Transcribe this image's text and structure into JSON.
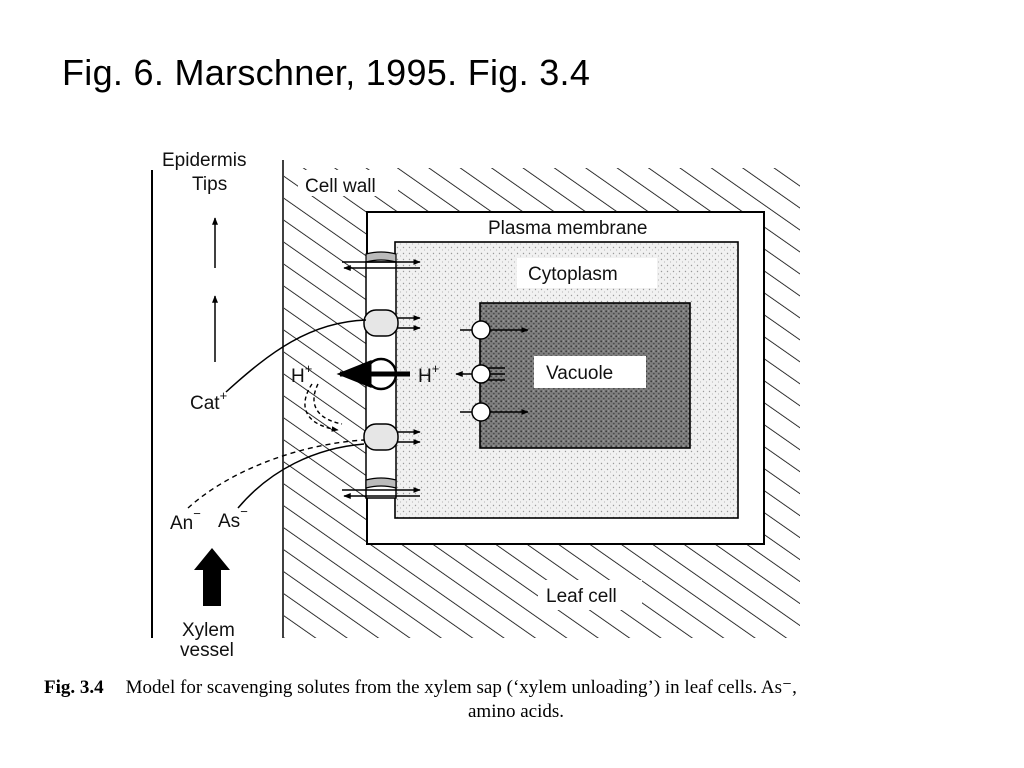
{
  "slide": {
    "title": "Fig. 6. Marschner, 1995. Fig. 3.4"
  },
  "diagram": {
    "epidermis": "Epidermis",
    "tips": "Tips",
    "cell_wall": "Cell wall",
    "plasma_membrane": "Plasma membrane",
    "cytoplasm": "Cytoplasm",
    "vacuole": "Vacuole",
    "leaf_cell": "Leaf cell",
    "h_left": "H",
    "h_right": "H",
    "plus": "+",
    "cat": "Cat",
    "an": "An",
    "as": "As",
    "minus": "−",
    "xylem": "Xylem",
    "vessel": "vessel"
  },
  "caption": {
    "fig_label": "Fig. 3.4",
    "line1": "Model for scavenging solutes from the xylem sap (‘xylem unloading’) in leaf cells. As⁻,",
    "line2": "amino acids."
  }
}
